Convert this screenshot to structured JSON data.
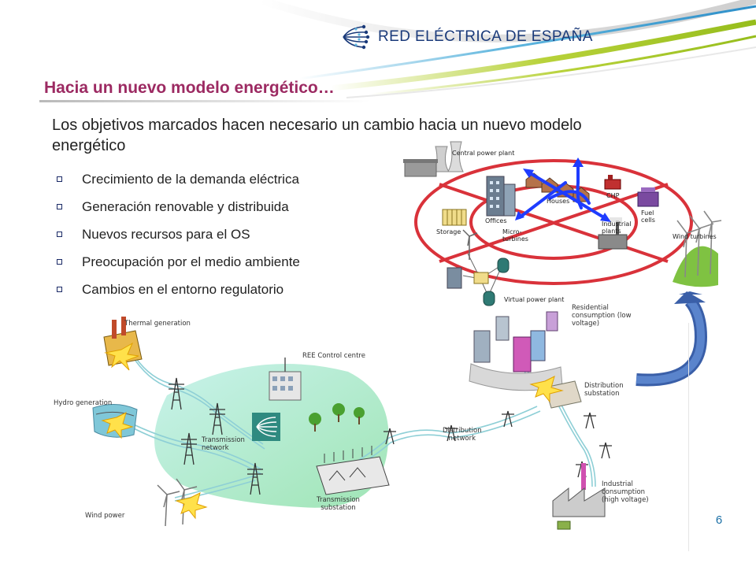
{
  "brand": {
    "name": "RED ELÉCTRICA DE ESPAÑA",
    "colors": {
      "title": "#9c2a62",
      "logo": "#1a3a7a",
      "swoosh_blue": "#5fb6de",
      "swoosh_green": "#b8d23a"
    }
  },
  "slide": {
    "title": "Hacia un nuevo modelo energético…",
    "lead": "Los objetivos marcados hacen necesario un cambio hacia un nuevo modelo energético",
    "bullets": [
      "Crecimiento de la demanda eléctrica",
      "Generación renovable y distribuida",
      "Nuevos recursos para el OS",
      "Preocupación por el medio ambiente",
      "Cambios en el entorno regulatorio"
    ],
    "page_number": "6"
  },
  "vpp_diagram": {
    "labels": {
      "central": "Central power plant",
      "houses": "Houses",
      "chp": "CHP",
      "offices": "Offices",
      "storage": "Storage",
      "micro": "Micro-\nturbines",
      "industrial": "Industrial\nplants",
      "fuel": "Fuel\ncells",
      "wind": "Wind turbines",
      "vpp": "Virtual power plant"
    }
  },
  "grid_diagram": {
    "labels": {
      "thermal": "Thermal generation",
      "hydro": "Hydro generation",
      "wind": "Wind power",
      "control": "REE Control centre",
      "transmission_network": "Transmission\nnetwork",
      "transmission_substation": "Transmission\nsubstation",
      "distribution_network": "Distribution\nnetwork",
      "distribution_substation": "Distribution\nsubstation",
      "residential": "Residential\nconsumption (low\nvoltage)",
      "industrial": "Industrial\nconsumption\n(high voltage)"
    }
  }
}
